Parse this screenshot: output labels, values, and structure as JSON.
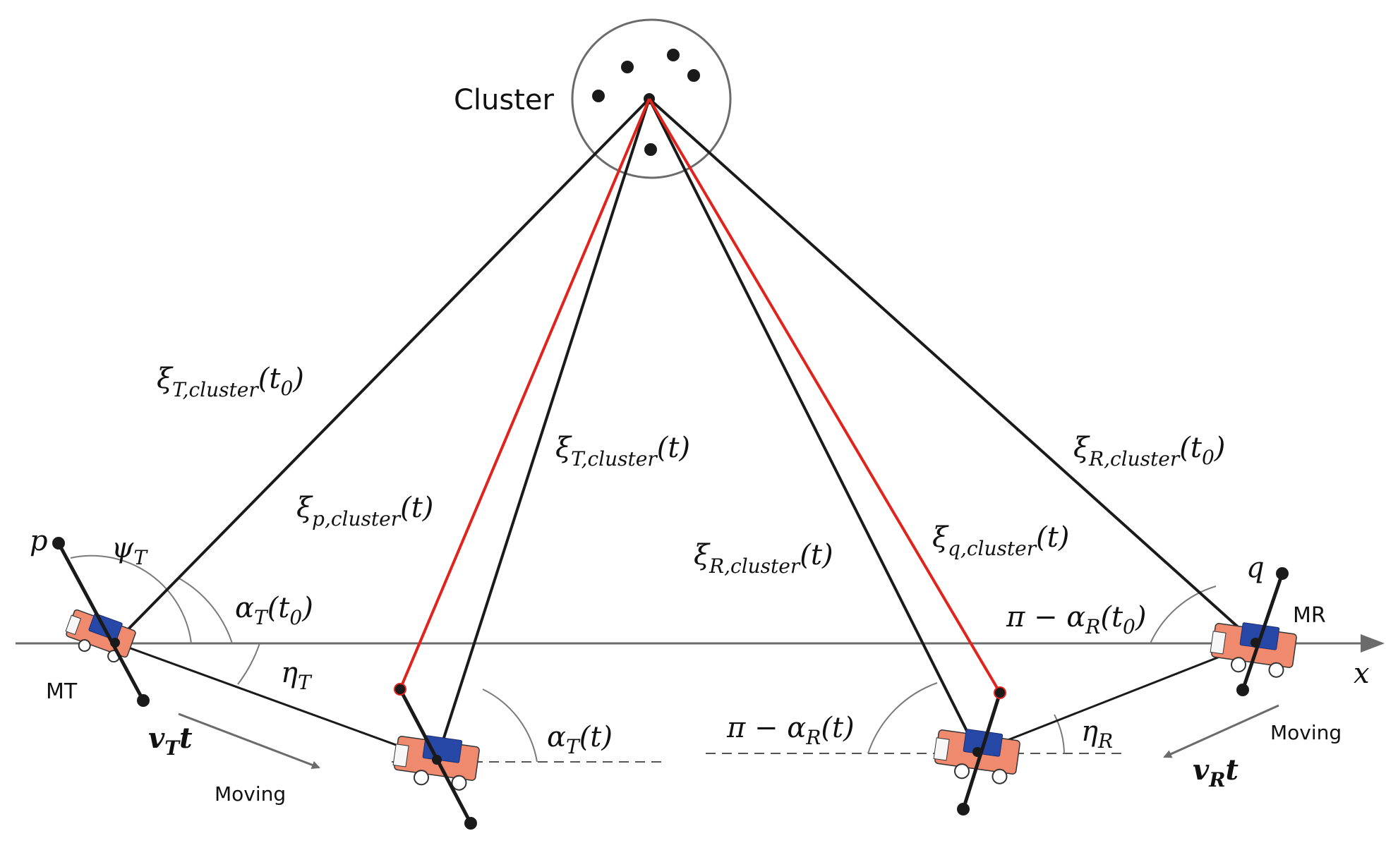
{
  "diagram": {
    "cluster_label": "Cluster",
    "axis_label": "x",
    "transmitter_label": "MT",
    "receiver_label": "MR",
    "endpoint_p": "p",
    "endpoint_q": "q",
    "moving_left": "Moving",
    "moving_right": "Moving",
    "labels": {
      "xi_T_t0": {
        "base": "ξ",
        "sub": "T,cluster",
        "arg": "(t",
        "arg_sub": "0",
        "close": ")"
      },
      "xi_T_t": {
        "base": "ξ",
        "sub": "T,cluster",
        "arg": "(t)"
      },
      "xi_p_t": {
        "base": "ξ",
        "sub": "p,cluster",
        "arg": "(t)"
      },
      "xi_R_t": {
        "base": "ξ",
        "sub": "R,cluster",
        "arg": "(t)"
      },
      "xi_q_t": {
        "base": "ξ",
        "sub": "q,cluster",
        "arg": "(t)"
      },
      "xi_R_t0": {
        "base": "ξ",
        "sub": "R,cluster",
        "arg": "(t",
        "arg_sub": "0",
        "close": ")"
      },
      "psi_T": {
        "base": "ψ",
        "sub": "T"
      },
      "alpha_T_t0": {
        "base": "α",
        "sub": "T",
        "arg": "(t",
        "arg_sub": "0",
        "close": ")"
      },
      "eta_T": {
        "base": "η",
        "sub": "T"
      },
      "v_T_t": {
        "base": "v",
        "sub": "T",
        "arg": "t"
      },
      "alpha_T_t": {
        "base": "α",
        "sub": "T",
        "arg": "(t)"
      },
      "pi_alpha_R_t": {
        "pre": "π − ",
        "base": "α",
        "sub": "R",
        "arg": "(t)"
      },
      "eta_R": {
        "base": "η",
        "sub": "R"
      },
      "pi_alpha_R_t0": {
        "pre": "π − ",
        "base": "α",
        "sub": "R",
        "arg": "(t",
        "arg_sub": "0",
        "close": ")"
      },
      "v_R_t": {
        "base": "v",
        "sub": "R",
        "arg": "t"
      }
    },
    "colors": {
      "line": "#1a1a1a",
      "red_path": "#e0231c",
      "axis": "#6b6b6b",
      "car_body": "#f08a6e",
      "car_roof": "#2848a8"
    }
  }
}
